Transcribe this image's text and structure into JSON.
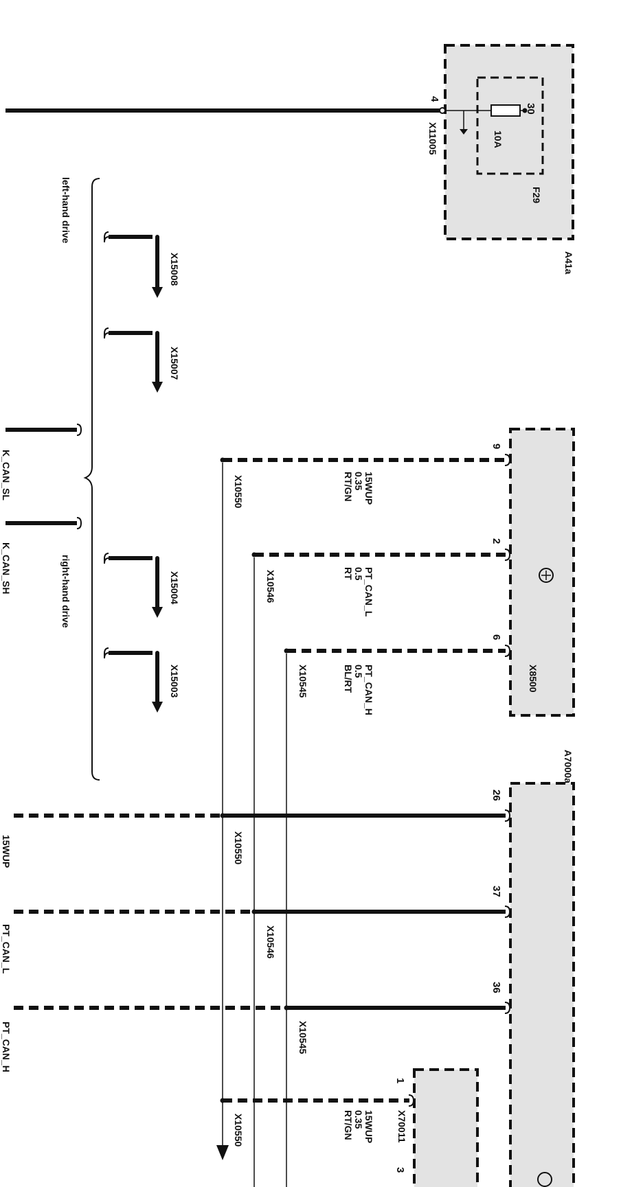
{
  "components": {
    "a41a": {
      "name": "A41a",
      "fuse": "F29",
      "fuse_rating": "10A",
      "fuse_pin": "30",
      "connector": "X11005",
      "pin": "4"
    },
    "a7000a": {
      "name": "A7000a",
      "connector": "X8500"
    },
    "x70011": {
      "connector": "X70011",
      "pins": [
        "1",
        "3"
      ]
    }
  },
  "connectors_upper": [
    {
      "pin": "9",
      "signal": "15WUP",
      "size": "0.35",
      "color": "RT/GN",
      "splice": "X10550"
    },
    {
      "pin": "2",
      "signal": "PT_CAN_L",
      "size": "0.5",
      "color": "RT",
      "splice": "X10546"
    },
    {
      "pin": "6",
      "signal": "PT_CAN_H",
      "size": "0.5",
      "color": "BL/RT",
      "splice": "X10545"
    }
  ],
  "connectors_lower": [
    {
      "pin": "26",
      "splice": "X10550",
      "bus": "15WUP"
    },
    {
      "pin": "37",
      "splice": "X10546",
      "bus": "PT_CAN_L"
    },
    {
      "pin": "36",
      "splice": "X10545",
      "bus": "PT_CAN_H"
    }
  ],
  "x70011_line": {
    "pin": "1",
    "signal": "15WUP",
    "size": "0.35",
    "color": "RT/GN",
    "splice": "X10550"
  },
  "drive_options": {
    "left": {
      "label": "left-hand drive",
      "connectors": [
        "X15008",
        "X15007"
      ]
    },
    "right": {
      "label": "right-hand drive",
      "connectors": [
        "X15004",
        "X15003"
      ]
    }
  },
  "bus_labels": [
    "K_CAN_SL",
    "K_CAN_SH"
  ]
}
